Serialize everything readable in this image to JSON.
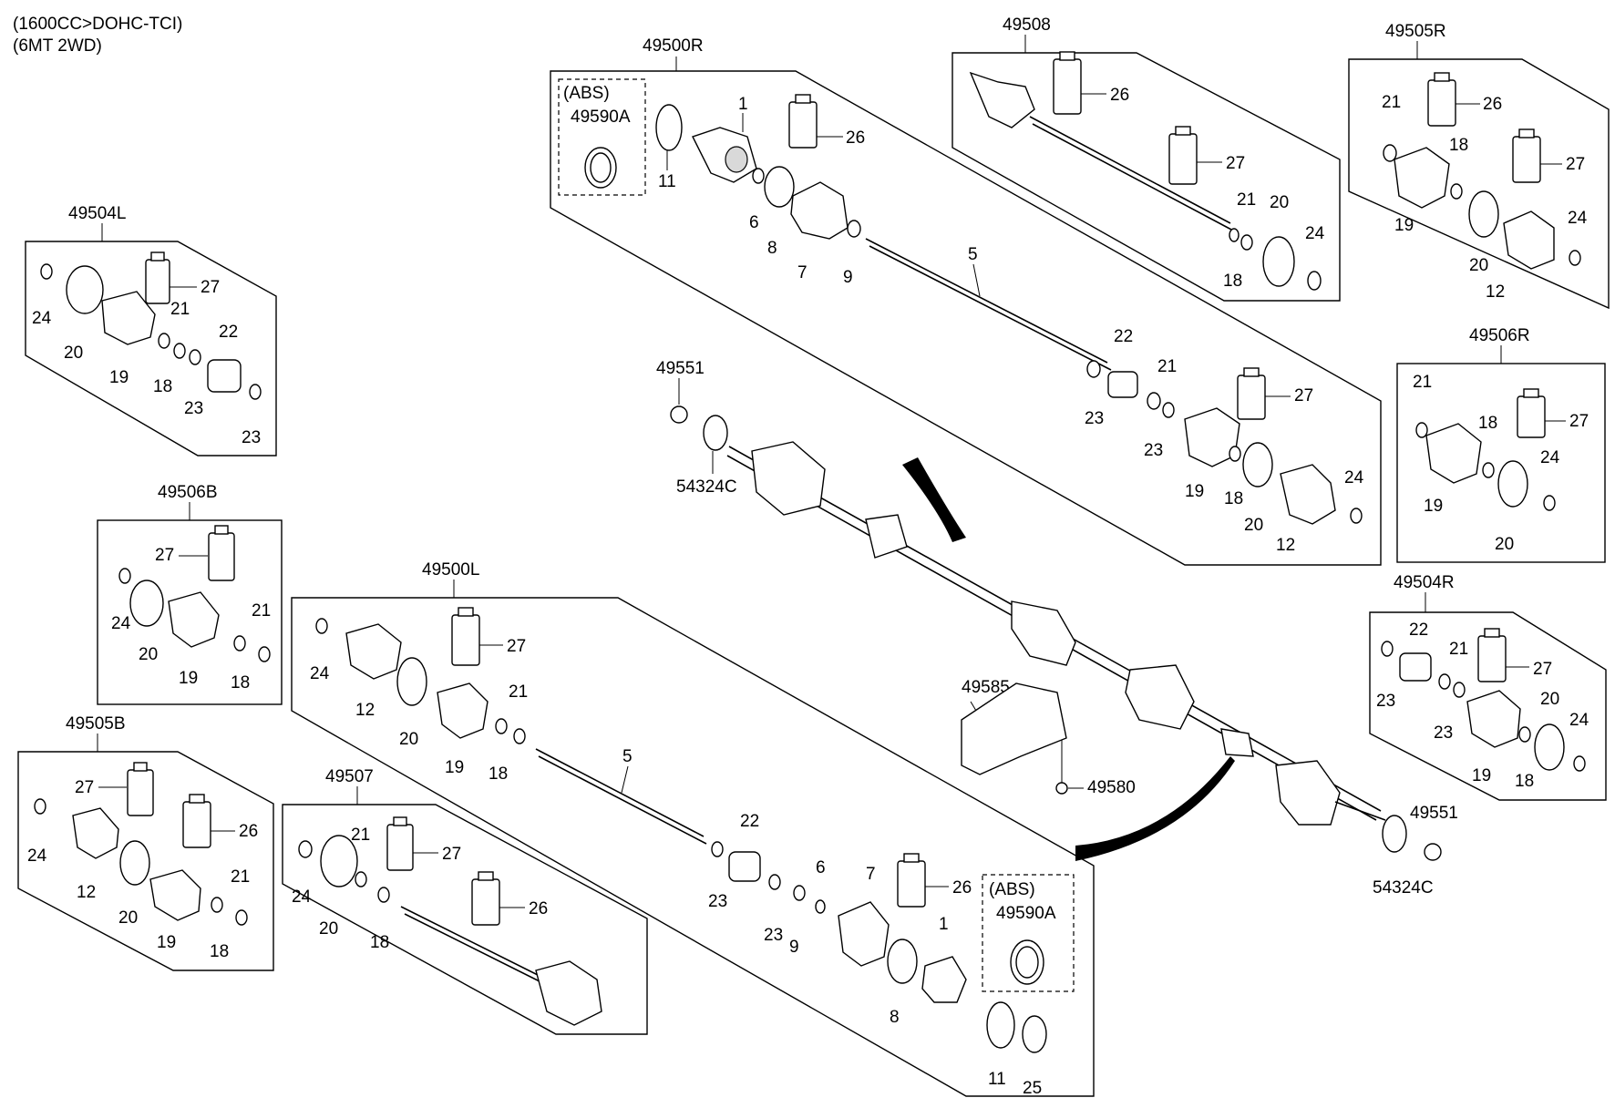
{
  "header": {
    "spec_line_1": "(1600CC>DOHC-TCI)",
    "spec_line_2": "(6MT 2WD)"
  },
  "groups": {
    "g49500R": "49500R",
    "g49508": "49508",
    "g49505R": "49505R",
    "g49504L": "49504L",
    "g49506R": "49506R",
    "g49506B": "49506B",
    "g49500L": "49500L",
    "g49504R": "49504R",
    "g49505B": "49505B",
    "g49507": "49507"
  },
  "abs": {
    "label": "(ABS)",
    "part": "49590A"
  },
  "standalone": {
    "nut": "49551",
    "seal": "54324C",
    "bracket": "49585",
    "bolt": "49580"
  },
  "callouts": {
    "n1": "1",
    "n5": "5",
    "n6": "6",
    "n7": "7",
    "n8": "8",
    "n9": "9",
    "n11": "11",
    "n12": "12",
    "n18": "18",
    "n19": "19",
    "n20": "20",
    "n21": "21",
    "n22": "22",
    "n23": "23",
    "n24": "24",
    "n25": "25",
    "n26": "26",
    "n27": "27"
  }
}
